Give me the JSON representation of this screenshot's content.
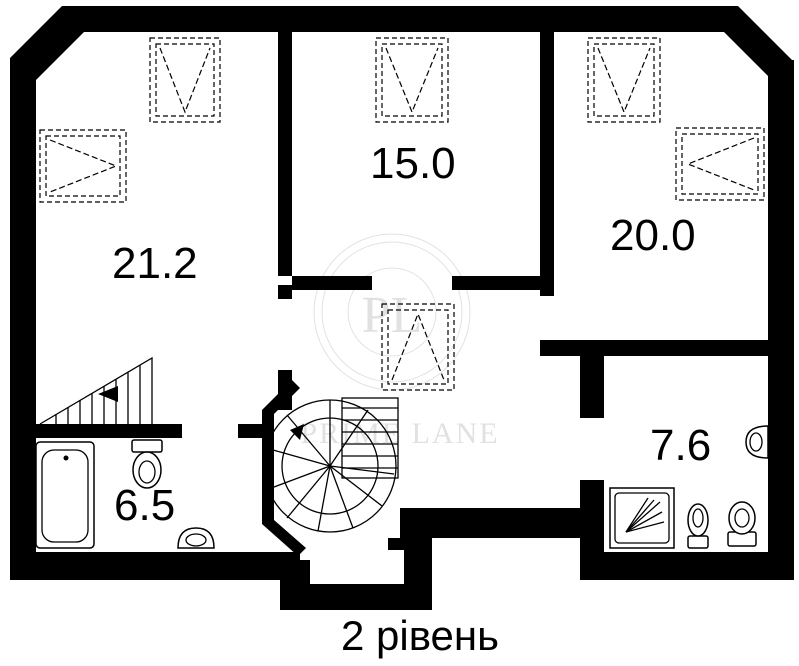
{
  "rooms": [
    {
      "area": "21.2"
    },
    {
      "area": "15.0"
    },
    {
      "area": "20.0"
    },
    {
      "area": "7.6"
    },
    {
      "area": "6.5"
    }
  ],
  "caption": "2 рівень",
  "watermark": {
    "monogram": "PL",
    "text": "PRIME LANE"
  }
}
